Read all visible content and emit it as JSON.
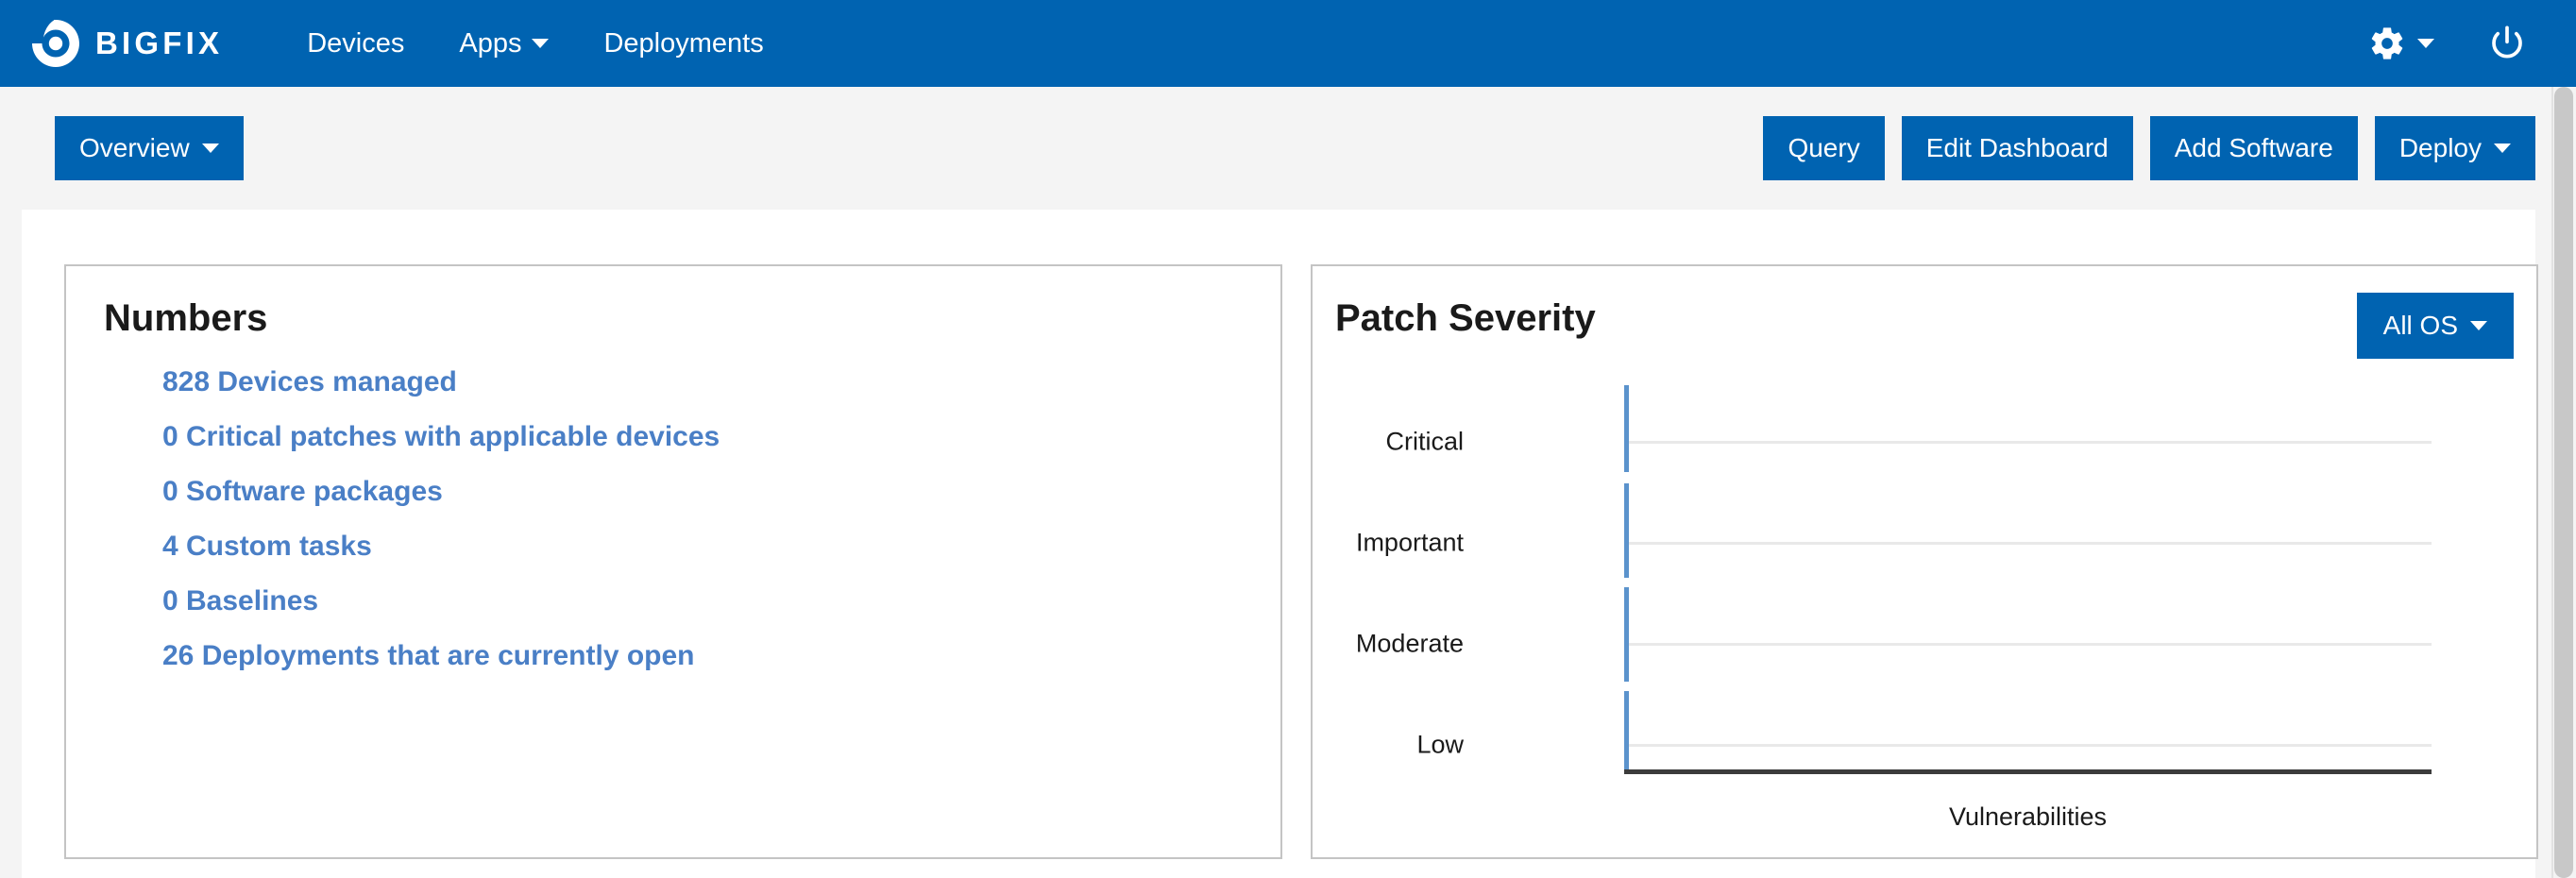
{
  "navbar": {
    "brand": {
      "name": "BIGFIX",
      "logo_icon": "bigfix-circle-b-logo"
    },
    "links": [
      {
        "label": "Devices",
        "has_caret": false
      },
      {
        "label": "Apps",
        "has_caret": true
      },
      {
        "label": "Deployments",
        "has_caret": false
      }
    ],
    "right_icons": [
      {
        "name": "gear-icon",
        "has_caret": true
      },
      {
        "name": "power-icon",
        "has_caret": false
      }
    ],
    "background_color": "#0063b1"
  },
  "toolbar": {
    "overview_label": "Overview",
    "buttons": [
      {
        "label": "Query",
        "has_caret": false
      },
      {
        "label": "Edit Dashboard",
        "has_caret": false
      },
      {
        "label": "Add Software",
        "has_caret": false
      },
      {
        "label": "Deploy",
        "has_caret": true
      }
    ],
    "button_color": "#0063b1"
  },
  "numbers_card": {
    "title": "Numbers",
    "items": [
      {
        "label": "828 Devices managed",
        "count": 828
      },
      {
        "label": "0 Critical patches with applicable devices",
        "count": 0
      },
      {
        "label": "0 Software packages",
        "count": 0
      },
      {
        "label": "4 Custom tasks",
        "count": 4
      },
      {
        "label": "0 Baselines",
        "count": 0
      },
      {
        "label": "26 Deployments that are currently open",
        "count": 26
      }
    ],
    "link_color": "#4a7fc6"
  },
  "patch_severity_card": {
    "title": "Patch Severity",
    "os_filter_label": "All OS"
  },
  "chart_data": {
    "type": "bar",
    "title": "Patch Severity",
    "orientation": "horizontal",
    "categories": [
      "Critical",
      "Important",
      "Moderate",
      "Low"
    ],
    "values": [
      0,
      0,
      0,
      0
    ],
    "xlabel": "Vulnerabilities",
    "ylabel": "",
    "xlim": [
      0,
      0
    ],
    "grid": true,
    "legend": false,
    "axis_color": "#5b93cc",
    "gridline_color": "#e9e9e9",
    "baseline_color": "#3c3c3c"
  }
}
